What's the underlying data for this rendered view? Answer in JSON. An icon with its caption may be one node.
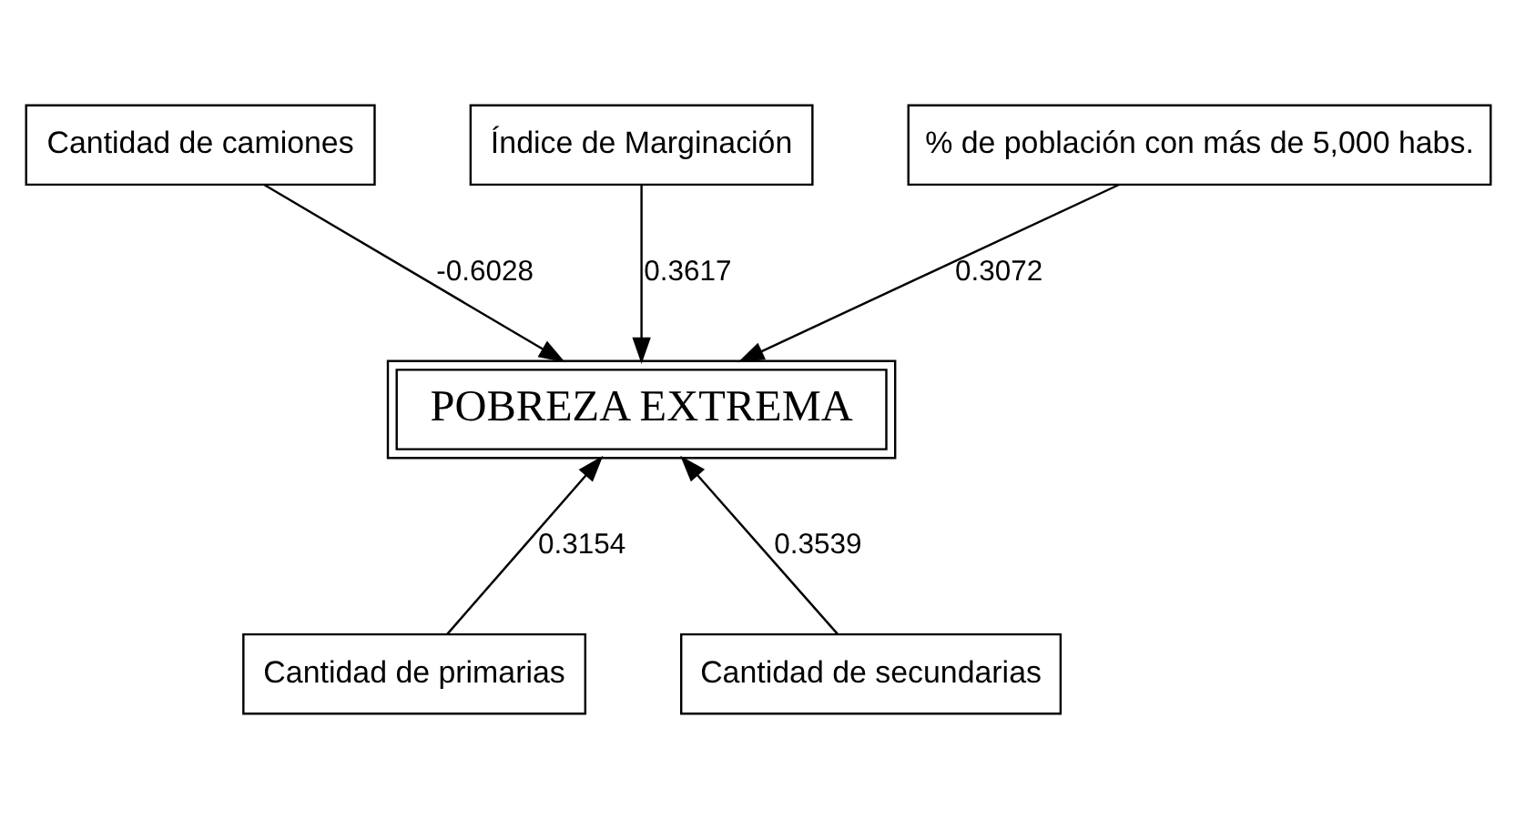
{
  "diagram": {
    "nodes": [
      {
        "text": [
          "Cantidad de camiones"
        ]
      },
      {
        "text": [
          "Índice de Marginación"
        ]
      },
      {
        "text": [
          "% de población con más de 5,000 habs."
        ]
      },
      {
        "text": [
          "POBREZA EXTREMA"
        ]
      },
      {
        "text": [
          "Cantidad de primarias"
        ]
      },
      {
        "text": [
          "Cantidad de secundarias"
        ]
      }
    ],
    "edges": [
      {
        "from": 0,
        "to": 3,
        "arrow": "to",
        "label": "-0.6028"
      },
      {
        "from": 1,
        "to": 3,
        "arrow": "to",
        "label": "0.3617"
      },
      {
        "from": 2,
        "to": 3,
        "arrow": "to",
        "label": "0.3072"
      },
      {
        "from": 4,
        "to": 3,
        "arrow": "to",
        "label": "0.3154"
      },
      {
        "from": 5,
        "to": 3,
        "arrow": "to",
        "label": "0.3539"
      }
    ]
  }
}
